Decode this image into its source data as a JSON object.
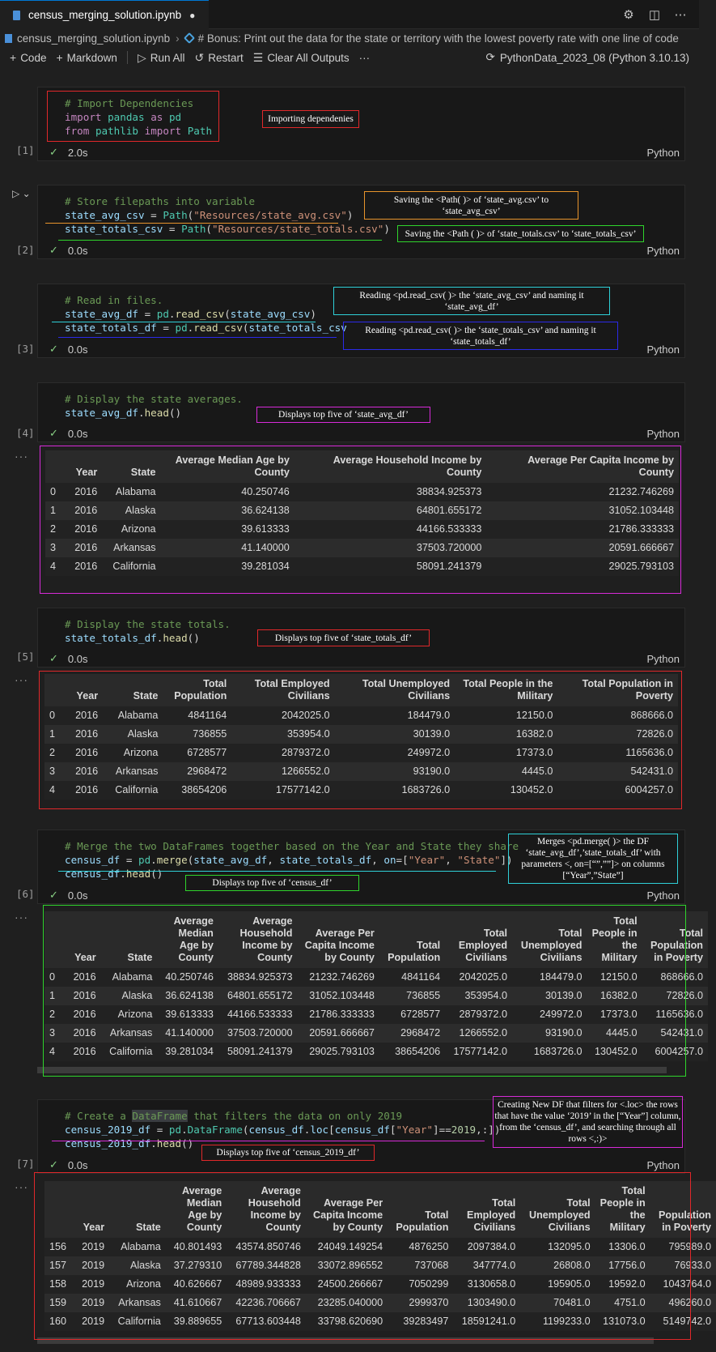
{
  "tab": {
    "title": "census_merging_solution.ipynb",
    "dirty": "●"
  },
  "breadcrumb": {
    "file": "census_merging_solution.ipynb",
    "sep": "›",
    "section": "# Bonus: Print out the data for the state or territory with the lowest poverty rate with one line of code"
  },
  "toolbar": {
    "code": "Code",
    "markdown": "Markdown",
    "run_all": "Run All",
    "restart": "Restart",
    "clear": "Clear All Outputs",
    "more": "···",
    "kernel": "PythonData_2023_08 (Python 3.10.13)"
  },
  "icons": {
    "file": "file-icon",
    "gear": "gear-icon",
    "split": "split-editor-icon",
    "more": "more-icon",
    "plus": "plus-icon",
    "run": "run-all-icon",
    "restart": "restart-icon",
    "clear": "clear-outputs-icon",
    "kernel": "kernel-icon",
    "check": "check-icon"
  },
  "common": {
    "python": "Python",
    "ellipsis": "···"
  },
  "cells": {
    "c1": {
      "exec": "[1]",
      "time": "2.0s",
      "line1": "# Import Dependencies",
      "kw_import": "import",
      "mod_pandas": "pandas",
      "kw_as": "as",
      "alias_pd": "pd",
      "kw_from": "from",
      "mod_pathlib": "pathlib",
      "kw_import2": "import",
      "cls_path": "Path",
      "note": "Importing dependenies"
    },
    "c2": {
      "exec": "[2]",
      "time": "0.0s",
      "comment": "# Store filepaths into variable",
      "var1": "state_avg_csv",
      "var2": "state_totals_csv",
      "eq": " = ",
      "fnPath": "Path",
      "str1": "\"Resources/state_avg.csv\"",
      "str2": "\"Resources/state_totals.csv\"",
      "note1": "Saving the <Path( )> of ‘state_avg.csv’ to ‘state_avg_csv’",
      "note2": "Saving the <Path ( )> of ‘state_totals.csv’ to ‘state_totals_csv’"
    },
    "c3": {
      "exec": "[3]",
      "time": "0.0s",
      "comment": "# Read in files.",
      "var1": "state_avg_df",
      "var2": "state_totals_df",
      "pd": "pd",
      "fn": "read_csv",
      "arg1": "state_avg_csv",
      "arg2": "state_totals_csv",
      "note1": "Reading <pd.read_csv( )> the ‘state_avg_csv’ and naming it ‘state_avg_df’",
      "note2": "Reading <pd.read_csv( )> the ‘state_totals_csv’ and naming it ‘state_totals_df’"
    },
    "c4": {
      "exec": "[4]",
      "time": "0.0s",
      "comment": "# Display the state averages.",
      "var": "state_avg_df",
      "fn": "head",
      "note": "Displays top five of ‘state_avg_df’"
    },
    "c5": {
      "exec": "[5]",
      "time": "0.0s",
      "comment": "# Display the state totals.",
      "var": "state_totals_df",
      "fn": "head",
      "note": "Displays top five of ‘state_totals_df’"
    },
    "c6": {
      "exec": "[6]",
      "time": "0.0s",
      "comment": "# Merge the two DataFrames together based on the Year and State they share",
      "var": "census_df",
      "pd": "pd",
      "fn": "merge",
      "arg1": "state_avg_df",
      "arg2": "state_totals_df",
      "kwon": "on",
      "s1": "\"Year\"",
      "s2": "\"State\"",
      "var2": "census_df",
      "fn2": "head",
      "note1": "Merges <pd.merge( )> the DF ‘state_avg_df’,’state_totals_df’ with parameters <, on=[“”,””]> on columns [“Year”,”State”]",
      "note2": "Displays top five of ‘census_df’"
    },
    "c7": {
      "exec": "[7]",
      "time": "0.0s",
      "comment_a": "# Create a ",
      "comment_hl": "DataFrame",
      "comment_b": " that filters the data on only 2019",
      "var": "census_2019_df",
      "pd": "pd",
      "cls": "DataFrame",
      "arg": "census_df",
      "loc": "loc",
      "idx": "census_df",
      "s1": "\"Year\"",
      "num": "2019",
      "var2": "census_2019_df",
      "fn2": "head",
      "note1": "Creating New DF that filters for <.loc> the rows that have the value ‘2019’ in the [“Year”] column, from the ‘census_df’, and searching through all rows <,:)>",
      "note2": "Displays top five of ‘census_2019_df’"
    }
  },
  "tables": {
    "avg": {
      "headers": [
        "",
        "Year",
        "State",
        "Average Median Age by County",
        "Average Household Income by County",
        "Average Per Capita Income by County"
      ],
      "rows": [
        [
          "0",
          "2016",
          "Alabama",
          "40.250746",
          "38834.925373",
          "21232.746269"
        ],
        [
          "1",
          "2016",
          "Alaska",
          "36.624138",
          "64801.655172",
          "31052.103448"
        ],
        [
          "2",
          "2016",
          "Arizona",
          "39.613333",
          "44166.533333",
          "21786.333333"
        ],
        [
          "3",
          "2016",
          "Arkansas",
          "41.140000",
          "37503.720000",
          "20591.666667"
        ],
        [
          "4",
          "2016",
          "California",
          "39.281034",
          "58091.241379",
          "29025.793103"
        ]
      ]
    },
    "totals": {
      "headers": [
        "",
        "Year",
        "State",
        "Total Population",
        "Total Employed Civilians",
        "Total Unemployed Civilians",
        "Total People in the Military",
        "Total Population in Poverty"
      ],
      "rows": [
        [
          "0",
          "2016",
          "Alabama",
          "4841164",
          "2042025.0",
          "184479.0",
          "12150.0",
          "868666.0"
        ],
        [
          "1",
          "2016",
          "Alaska",
          "736855",
          "353954.0",
          "30139.0",
          "16382.0",
          "72826.0"
        ],
        [
          "2",
          "2016",
          "Arizona",
          "6728577",
          "2879372.0",
          "249972.0",
          "17373.0",
          "1165636.0"
        ],
        [
          "3",
          "2016",
          "Arkansas",
          "2968472",
          "1266552.0",
          "93190.0",
          "4445.0",
          "542431.0"
        ],
        [
          "4",
          "2016",
          "California",
          "38654206",
          "17577142.0",
          "1683726.0",
          "130452.0",
          "6004257.0"
        ]
      ]
    },
    "census": {
      "headers": [
        "",
        "Year",
        "State",
        "Average Median Age by County",
        "Average Household Income by County",
        "Average Per Capita Income by County",
        "Total Population",
        "Total Employed Civilians",
        "Total Unemployed Civilians",
        "Total People in the Military",
        "Total Population in Poverty"
      ],
      "rows": [
        [
          "0",
          "2016",
          "Alabama",
          "40.250746",
          "38834.925373",
          "21232.746269",
          "4841164",
          "2042025.0",
          "184479.0",
          "12150.0",
          "868666.0"
        ],
        [
          "1",
          "2016",
          "Alaska",
          "36.624138",
          "64801.655172",
          "31052.103448",
          "736855",
          "353954.0",
          "30139.0",
          "16382.0",
          "72826.0"
        ],
        [
          "2",
          "2016",
          "Arizona",
          "39.613333",
          "44166.533333",
          "21786.333333",
          "6728577",
          "2879372.0",
          "249972.0",
          "17373.0",
          "1165636.0"
        ],
        [
          "3",
          "2016",
          "Arkansas",
          "41.140000",
          "37503.720000",
          "20591.666667",
          "2968472",
          "1266552.0",
          "93190.0",
          "4445.0",
          "542431.0"
        ],
        [
          "4",
          "2016",
          "California",
          "39.281034",
          "58091.241379",
          "29025.793103",
          "38654206",
          "17577142.0",
          "1683726.0",
          "130452.0",
          "6004257.0"
        ]
      ]
    },
    "c2019": {
      "headers": [
        "",
        "Year",
        "State",
        "Average Median Age by County",
        "Average Household Income by County",
        "Average Per Capita Income by County",
        "Total Population",
        "Total Employed Civilians",
        "Total Unemployed Civilians",
        "Total People in the Military",
        "Population in Poverty"
      ],
      "rows": [
        [
          "156",
          "2019",
          "Alabama",
          "40.801493",
          "43574.850746",
          "24049.149254",
          "4876250",
          "2097384.0",
          "132095.0",
          "13306.0",
          "795989.0"
        ],
        [
          "157",
          "2019",
          "Alaska",
          "37.279310",
          "67789.344828",
          "33072.896552",
          "737068",
          "347774.0",
          "26808.0",
          "17756.0",
          "76933.0"
        ],
        [
          "158",
          "2019",
          "Arizona",
          "40.626667",
          "48989.933333",
          "24500.266667",
          "7050299",
          "3130658.0",
          "195905.0",
          "19592.0",
          "1043764.0"
        ],
        [
          "159",
          "2019",
          "Arkansas",
          "41.610667",
          "42236.706667",
          "23285.040000",
          "2999370",
          "1303490.0",
          "70481.0",
          "4751.0",
          "496260.0"
        ],
        [
          "160",
          "2019",
          "California",
          "39.889655",
          "67713.603448",
          "33798.620690",
          "39283497",
          "18591241.0",
          "1199233.0",
          "131073.0",
          "5149742.0"
        ]
      ]
    }
  },
  "colors": {
    "red": "#e0282a",
    "orange": "#e8942c",
    "green": "#2fd42c",
    "cyan": "#2fd0d8",
    "blue": "#2b2ae8",
    "magenta": "#d72ad8"
  }
}
